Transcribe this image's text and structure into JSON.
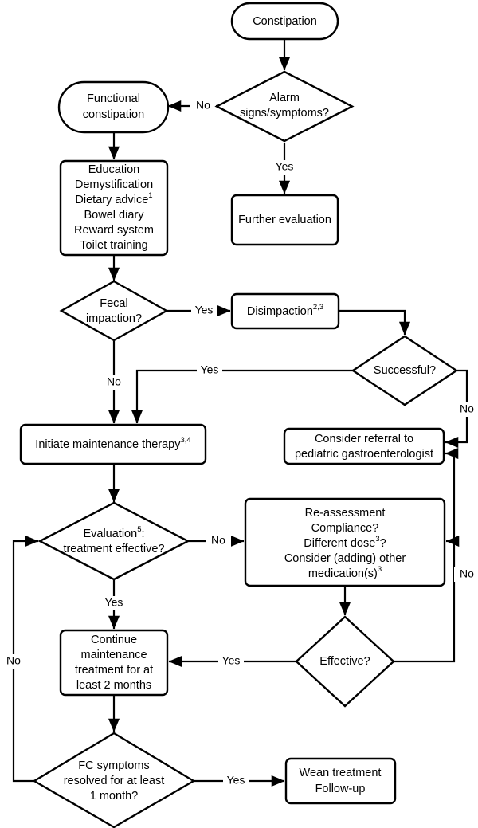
{
  "diagram": {
    "title": "Constipation management flowchart",
    "type": "flowchart",
    "colors": {
      "stroke": "#000000",
      "fill": "#ffffff",
      "text": "#000000"
    }
  },
  "nodes": {
    "constipation": {
      "label": "Constipation",
      "shape": "stadium"
    },
    "alarm": {
      "line1": "Alarm",
      "line2": "signs/symptoms?",
      "shape": "diamond"
    },
    "functional": {
      "line1": "Functional",
      "line2": "constipation",
      "shape": "stadium"
    },
    "further_evaluation": {
      "label": "Further evaluation",
      "shape": "rounded-rect"
    },
    "education": {
      "shape": "rounded-rect",
      "lines": [
        {
          "text": "Education",
          "sup": ""
        },
        {
          "text": "Demystification",
          "sup": ""
        },
        {
          "text": "Dietary advice",
          "sup": "1"
        },
        {
          "text": "Bowel diary",
          "sup": ""
        },
        {
          "text": "Reward system",
          "sup": ""
        },
        {
          "text": "Toilet training",
          "sup": ""
        }
      ]
    },
    "fecal_impaction": {
      "line1": "Fecal",
      "line2": "impaction?",
      "shape": "diamond"
    },
    "disimpaction": {
      "label": "Disimpaction",
      "sup": "2,3",
      "shape": "rounded-rect"
    },
    "successful": {
      "label": "Successful?",
      "shape": "diamond"
    },
    "initiate": {
      "label": "Initiate maintenance therapy",
      "sup": "3,4",
      "shape": "rounded-rect"
    },
    "referral": {
      "line1": "Consider referral to",
      "line2": "pediatric gastroenterologist",
      "shape": "rounded-rect"
    },
    "evaluation": {
      "line1": "Evaluation",
      "sup1": "5",
      "line1b": ":",
      "line2": "treatment effective?",
      "shape": "diamond"
    },
    "reassessment": {
      "shape": "rounded-rect",
      "lines": [
        {
          "text": "Re-assessment",
          "sup": ""
        },
        {
          "text": "Compliance?",
          "sup": ""
        },
        {
          "text": "Different dose",
          "sup": "3",
          "tail": "?"
        },
        {
          "text": "Consider (adding) other",
          "sup": ""
        },
        {
          "text": "medication(s)",
          "sup": "3"
        }
      ]
    },
    "effective": {
      "label": "Effective?",
      "shape": "diamond"
    },
    "continue": {
      "shape": "rounded-rect",
      "lines": [
        "Continue",
        "maintenance",
        "treatment for at",
        "least 2 months"
      ]
    },
    "fc_symptoms": {
      "line1": "FC symptoms",
      "line2": "resolved for at least",
      "line3": "1 month?",
      "shape": "diamond"
    },
    "wean": {
      "line1": "Wean treatment",
      "line2": "Follow-up",
      "shape": "rounded-rect"
    }
  },
  "edge_labels": {
    "alarm_no": "No",
    "alarm_yes": "Yes",
    "impaction_yes": "Yes",
    "impaction_no": "No",
    "successful_yes": "Yes",
    "successful_no": "No",
    "evaluation_no": "No",
    "evaluation_yes": "Yes",
    "effective_yes": "Yes",
    "effective_no": "No",
    "fc_yes": "Yes",
    "fc_no": "No"
  }
}
